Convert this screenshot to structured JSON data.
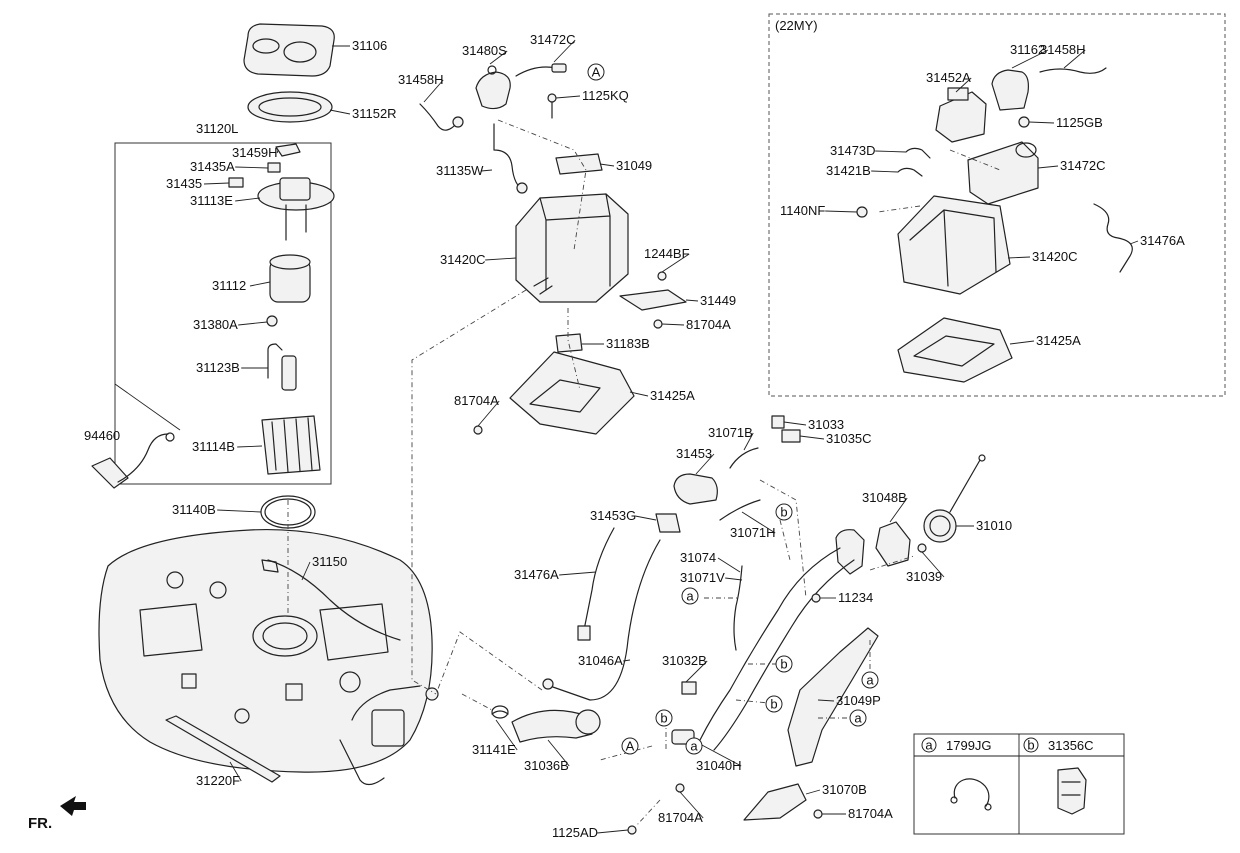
{
  "diagram": {
    "variant_title": "(22MY)",
    "front_label": "FR.",
    "legend": {
      "a_marker": "a",
      "a_part": "1799JG",
      "b_marker": "b",
      "b_part": "31356C"
    },
    "callouts": [
      {
        "letter": "a"
      },
      {
        "letter": "a"
      },
      {
        "letter": "a"
      },
      {
        "letter": "a"
      },
      {
        "letter": "b"
      },
      {
        "letter": "b"
      },
      {
        "letter": "b"
      },
      {
        "letter": "b"
      },
      {
        "letter": "A"
      },
      {
        "letter": "A"
      }
    ],
    "labels": [
      {
        "text": "31106"
      },
      {
        "text": "31152R"
      },
      {
        "text": "31120L"
      },
      {
        "text": "31459H"
      },
      {
        "text": "31435A"
      },
      {
        "text": "31435"
      },
      {
        "text": "31113E"
      },
      {
        "text": "31112"
      },
      {
        "text": "31380A"
      },
      {
        "text": "31123B"
      },
      {
        "text": "31114B"
      },
      {
        "text": "94460"
      },
      {
        "text": "31140B"
      },
      {
        "text": "31150"
      },
      {
        "text": "31220F"
      },
      {
        "text": "31480S"
      },
      {
        "text": "31472C"
      },
      {
        "text": "31458H"
      },
      {
        "text": "1125KQ"
      },
      {
        "text": "31049"
      },
      {
        "text": "31135W"
      },
      {
        "text": "1244BF"
      },
      {
        "text": "31420C"
      },
      {
        "text": "31449"
      },
      {
        "text": "81704A"
      },
      {
        "text": "31183B"
      },
      {
        "text": "31425A"
      },
      {
        "text": "81704A"
      },
      {
        "text": "31162"
      },
      {
        "text": "31458H"
      },
      {
        "text": "31452A"
      },
      {
        "text": "1125GB"
      },
      {
        "text": "31473D"
      },
      {
        "text": "31421B"
      },
      {
        "text": "31472C"
      },
      {
        "text": "1140NF"
      },
      {
        "text": "31420C"
      },
      {
        "text": "31476A"
      },
      {
        "text": "31425A"
      },
      {
        "text": "31033"
      },
      {
        "text": "31071B"
      },
      {
        "text": "31035C"
      },
      {
        "text": "31453"
      },
      {
        "text": "31048B"
      },
      {
        "text": "31010"
      },
      {
        "text": "31453G"
      },
      {
        "text": "31071H"
      },
      {
        "text": "31074"
      },
      {
        "text": "31071V"
      },
      {
        "text": "31476A"
      },
      {
        "text": "31039"
      },
      {
        "text": "11234"
      },
      {
        "text": "31046A"
      },
      {
        "text": "31032B"
      },
      {
        "text": "31049P"
      },
      {
        "text": "31141E"
      },
      {
        "text": "31036B"
      },
      {
        "text": "31040H"
      },
      {
        "text": "31070B"
      },
      {
        "text": "81704A"
      },
      {
        "text": "81704A"
      },
      {
        "text": "1125AD"
      }
    ]
  }
}
